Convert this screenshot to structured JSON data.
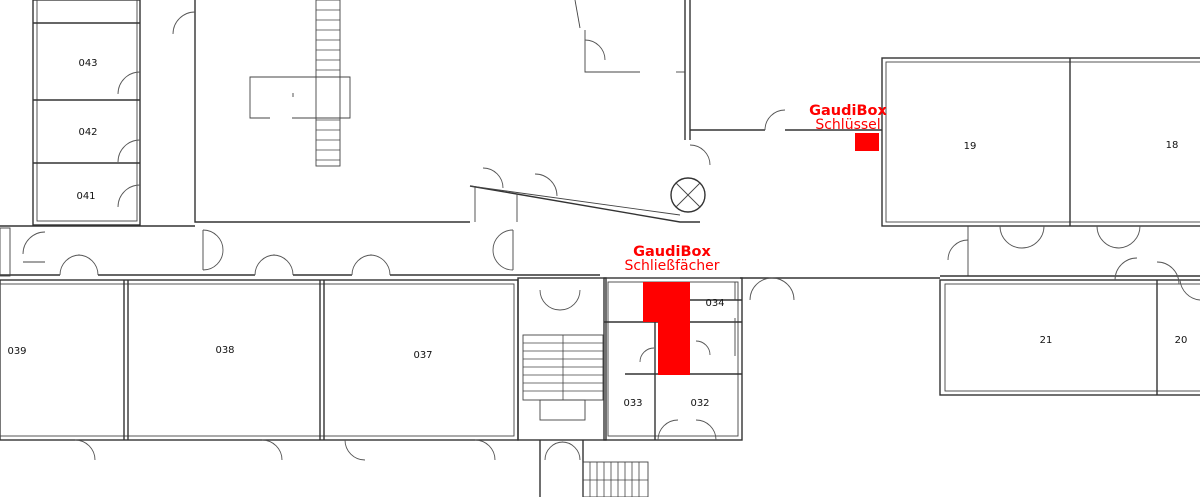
{
  "colors": {
    "highlight": "#ff0000",
    "wall": "#333333"
  },
  "rooms": {
    "r043": "043",
    "r042": "042",
    "r041": "041",
    "r039": "039",
    "r038": "038",
    "r037": "037",
    "r034": "034",
    "r033": "033",
    "r032": "032",
    "r19": "19",
    "r18": "18",
    "r21": "21",
    "r20": "20"
  },
  "markers": {
    "lockers": {
      "title": "GaudiBox",
      "subtitle": "Schließfächer"
    },
    "key": {
      "title": "GaudiBox",
      "subtitle": "Schlüssel"
    }
  }
}
